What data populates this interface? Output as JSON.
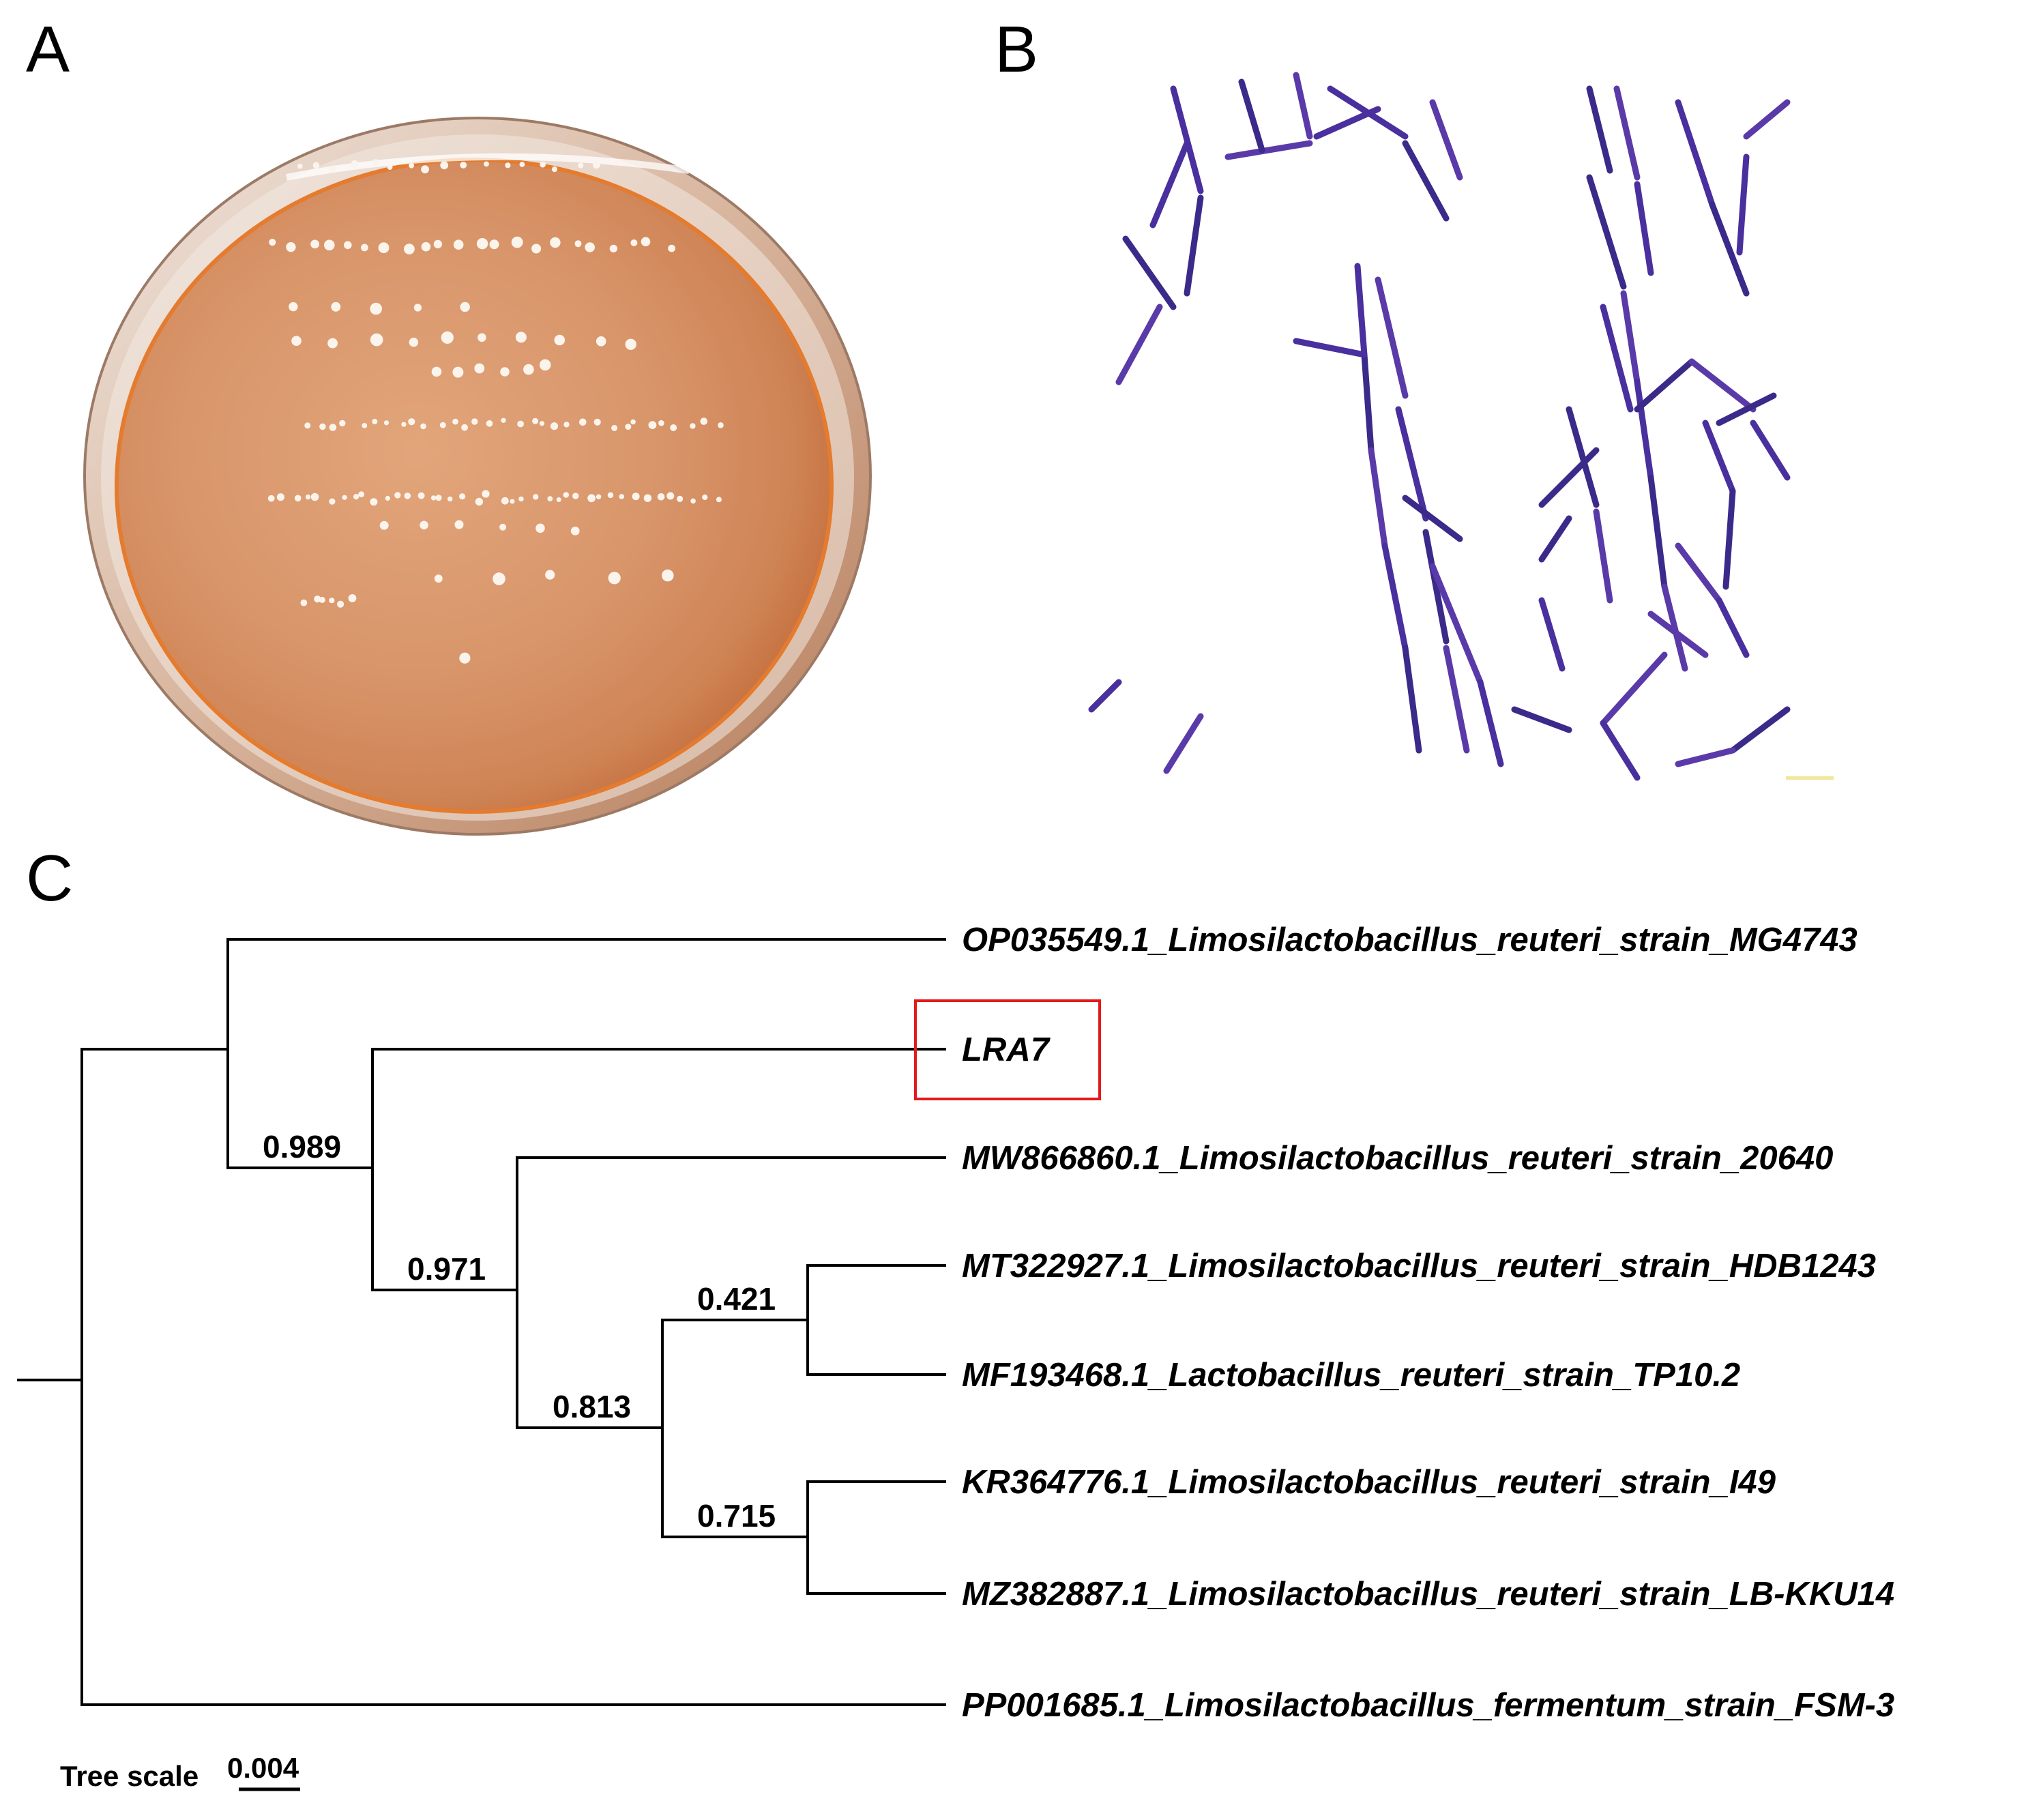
{
  "panels": {
    "a": {
      "label": "A"
    },
    "b": {
      "label": "B"
    },
    "c": {
      "label": "C"
    }
  },
  "tree": {
    "leaves": [
      "OP035549.1_Limosilactobacillus_reuteri_strain_MG4743",
      "LRA7",
      "MW866860.1_Limosilactobacillus_reuteri_strain_20640",
      "MT322927.1_Limosilactobacillus_reuteri_strain_HDB1243",
      "MF193468.1_Lactobacillus_reuteri_strain_TP10.2",
      "KR364776.1_Limosilactobacillus_reuteri_strain_I49",
      "MZ382887.1_Limosilactobacillus_reuteri_strain_LB-KKU14",
      "PP001685.1_Limosilactobacillus_fermentum_strain_FSM-3"
    ],
    "highlighted_leaf": "LRA7",
    "highlight_color": "#e31a1c",
    "support_values": [
      "0.989",
      "0.971",
      "0.813",
      "0.421",
      "0.715"
    ],
    "scale_label": "Tree scale",
    "scale_value": "0.004"
  }
}
